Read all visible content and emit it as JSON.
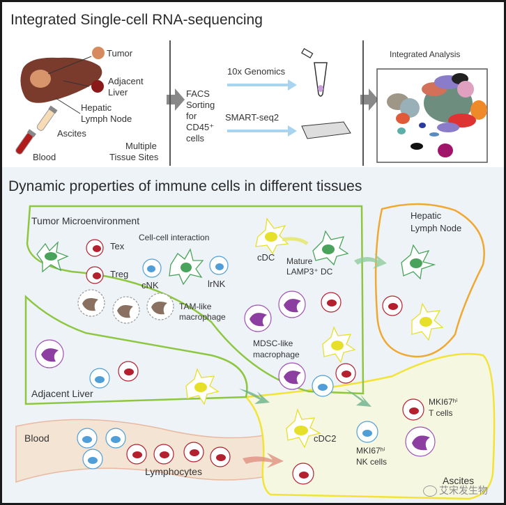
{
  "top": {
    "title": "Integrated Single-cell RNA-sequencing",
    "samples": {
      "tumor": "Tumor",
      "adjacent_liver_1": "Adjacent",
      "adjacent_liver_2": "Liver",
      "hepatic_1": "Hepatic",
      "hepatic_2": "Lymph Node",
      "ascites": "Ascites",
      "blood": "Blood",
      "multiple_1": "Multiple",
      "multiple_2": "Tissue Sites"
    },
    "facs": [
      "FACS",
      "Sorting",
      "for",
      "CD45⁺",
      "cells"
    ],
    "platform_1": "10x Genomics",
    "platform_2": "SMART-seq2",
    "analysis_title": "Integrated Analysis"
  },
  "bottom": {
    "title": "Dynamic properties of immune cells in different tissues",
    "regions": {
      "tme": "Tumor Microenvironment",
      "lymph_1": "Hepatic",
      "lymph_2": "Lymph Node",
      "adjacent": "Adjacent Liver",
      "blood": "Blood",
      "ascites": "Ascites"
    },
    "cells": {
      "tex": "Tex",
      "treg": "Treg",
      "interaction": "Cell-cell interaction",
      "cnk": "cNK",
      "lrnk": "lrNK",
      "cdc": "cDC",
      "mature_1": "Mature",
      "mature_2": "LAMP3⁺ DC",
      "tam_1": "TAM-like",
      "tam_2": "macrophage",
      "mdsc_1": "MDSC-like",
      "mdsc_2": "macrophage",
      "lymphocytes": "Lymphocytes",
      "cdc2": "cDC2",
      "mki_nk_1": "MKI67ʰⁱ",
      "mki_nk_2": "NK cells",
      "mki_t_1": "MKI67ʰⁱ",
      "mki_t_2": "T cells"
    }
  },
  "watermark": "艾宋发生物",
  "colors": {
    "green_border": "#8dc63f",
    "orange_border": "#f0a830",
    "yellow_border": "#f2e335",
    "t_cell": "#b5202e",
    "nk_cell": "#4f9ed8",
    "dc_green": "#4aa35a",
    "dc_yellow": "#e6e02a",
    "mdsc": "#8c3fa0",
    "tam": "#8a7060",
    "blood_band": "#f4e4d4",
    "ascites_fill": "#f6f7e0",
    "arrow_blue": "#a8d4f0"
  }
}
